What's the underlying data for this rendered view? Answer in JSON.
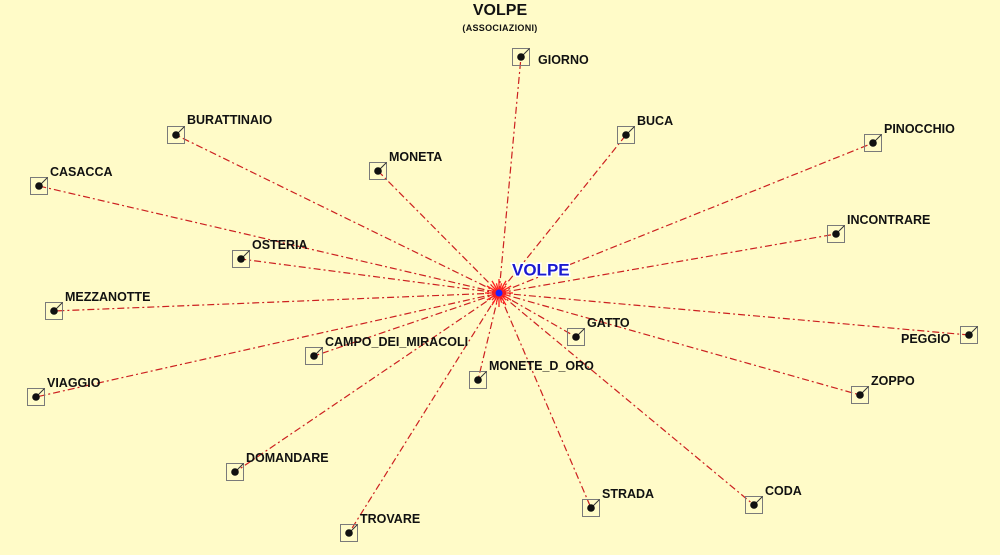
{
  "title": "VOLPE",
  "subtitle": "(ASSOCIAZIONI)",
  "colors": {
    "background": "#fffbc8",
    "edge": "#cc2020",
    "center_label": "#1a1ad0",
    "node_dot": "#111111",
    "node_box": "#7a7a7a"
  },
  "center": {
    "label": "VOLPE"
  },
  "nodes": [
    {
      "id": "giorno",
      "label": "GIORNO"
    },
    {
      "id": "buca",
      "label": "BUCA"
    },
    {
      "id": "pinocchio",
      "label": "PINOCCHIO"
    },
    {
      "id": "burattinaio",
      "label": "BURATTINAIO"
    },
    {
      "id": "moneta",
      "label": "MONETA"
    },
    {
      "id": "casacca",
      "label": "CASACCA"
    },
    {
      "id": "incontrare",
      "label": "INCONTRARE"
    },
    {
      "id": "osteria",
      "label": "OSTERIA"
    },
    {
      "id": "mezzanotte",
      "label": "MEZZANOTTE"
    },
    {
      "id": "gatto",
      "label": "GATTO"
    },
    {
      "id": "peggio",
      "label": "PEGGIO"
    },
    {
      "id": "campo-dei-miracoli",
      "label": "CAMPO_DEI_MIRACOLI"
    },
    {
      "id": "monete-d-oro",
      "label": "MONETE_D_ORO"
    },
    {
      "id": "viaggio",
      "label": "VIAGGIO"
    },
    {
      "id": "zoppo",
      "label": "ZOPPO"
    },
    {
      "id": "domandare",
      "label": "DOMANDARE"
    },
    {
      "id": "strada",
      "label": "STRADA"
    },
    {
      "id": "coda",
      "label": "CODA"
    },
    {
      "id": "trovare",
      "label": "TROVARE"
    }
  ]
}
